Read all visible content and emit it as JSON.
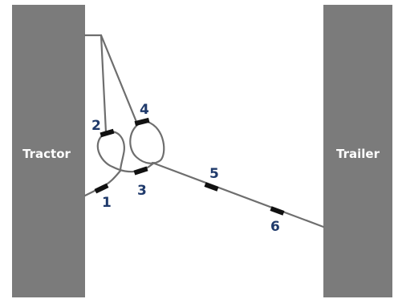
{
  "blocks": {
    "left": {
      "label": "Tractor"
    },
    "right": {
      "label": "Trailer"
    }
  },
  "markers": [
    {
      "id": 1,
      "label": "1"
    },
    {
      "id": 2,
      "label": "2"
    },
    {
      "id": 3,
      "label": "3"
    },
    {
      "id": 4,
      "label": "4"
    },
    {
      "id": 5,
      "label": "5"
    },
    {
      "id": 6,
      "label": "6"
    }
  ],
  "colors": {
    "block": "#7b7b7b",
    "line": "#6e6e6e",
    "marker": "#111111",
    "label": "#1f3a6b"
  }
}
